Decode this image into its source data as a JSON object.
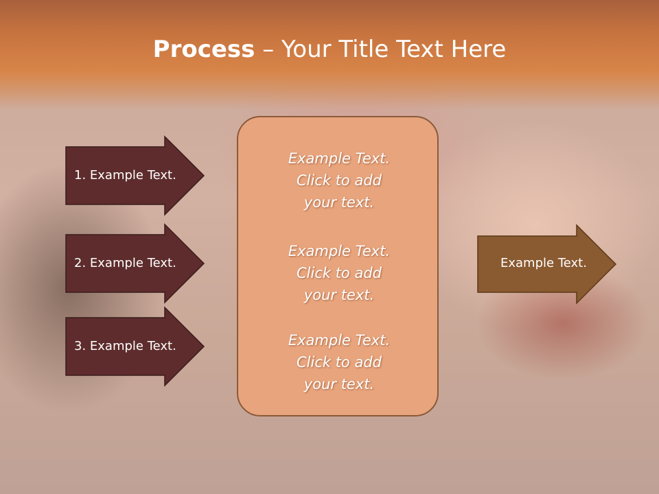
{
  "slide": {
    "title_bold": "Process",
    "title_sep": " – ",
    "title_rest": "Your Title Text Here"
  },
  "left_arrows": [
    {
      "label": "1. Example Text."
    },
    {
      "label": "2. Example Text."
    },
    {
      "label": "3. Example Text."
    }
  ],
  "center_box": {
    "blocks": [
      {
        "lines": [
          "Example Text.",
          "Click  to add",
          "your text."
        ]
      },
      {
        "lines": [
          "Example Text.",
          "Click  to add",
          "your text."
        ]
      },
      {
        "lines": [
          "Example Text.",
          "Click  to add",
          "your text."
        ]
      }
    ]
  },
  "right_arrow": {
    "label": "Example Text."
  },
  "colors": {
    "header_orange": "#d88548",
    "left_arrow_fill": "#5e2c2c",
    "right_arrow_fill": "#8a5a30",
    "center_box_fill": "#e8a47c"
  }
}
